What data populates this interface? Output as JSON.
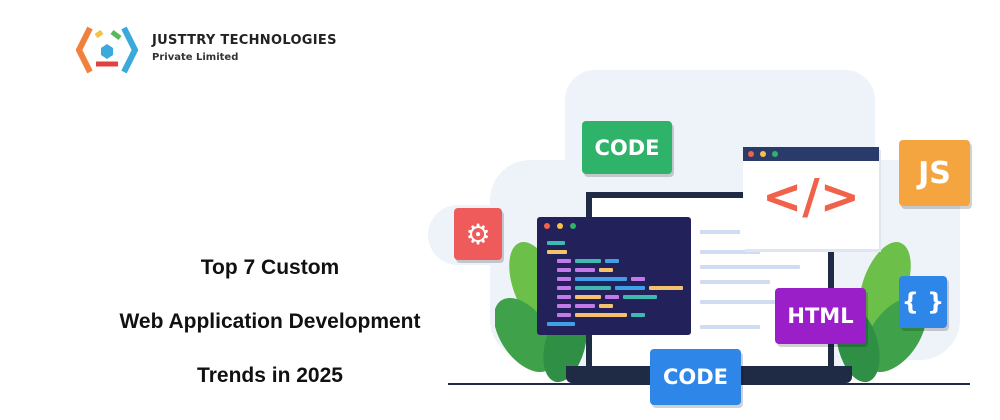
{
  "brand": {
    "name": "JUSTTRY TECHNOLOGIES",
    "subtitle": "Private Limited"
  },
  "title": {
    "line1": "Top 7 Custom",
    "line2": "Web Application Development",
    "line3": "Trends in 2025"
  },
  "illustration": {
    "code_tag_top": "CODE",
    "code_tag_bottom": "CODE",
    "html_tag": "HTML",
    "js_tag": "JS",
    "braces_tag": "{ }",
    "browser_symbol": "</>"
  },
  "colors": {
    "green": "#2fb36a",
    "blue": "#2e86e8",
    "purple": "#9b1fc9",
    "orange": "#f5a540",
    "red": "#ef5b5b",
    "navy": "#1f2a44"
  }
}
